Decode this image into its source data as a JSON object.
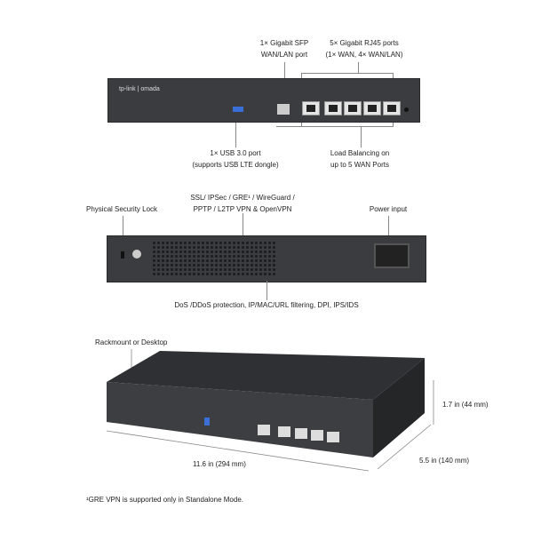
{
  "front": {
    "sfp_label": [
      "1× Gigabit SFP",
      "WAN/LAN port"
    ],
    "rj45_label": [
      "5× Gigabit RJ45 ports",
      "(1× WAN, 4× WAN/LAN)"
    ],
    "usb_label": [
      "1× USB 3.0 port",
      "(supports USB LTE dongle)"
    ],
    "lb_label": [
      "Load Balancing on",
      "up to 5 WAN Ports"
    ],
    "logo": "tp-link | omada"
  },
  "rear": {
    "lock_label": "Physical Security Lock",
    "vpn_label": [
      "SSL/ IPSec / GRE¹ / WireGuard /",
      "PPTP / L2TP VPN & OpenVPN"
    ],
    "power_label": "Power input",
    "security_label": "DoS /DDoS protection, IP/MAC/URL filtering, DPI, IPS/IDS"
  },
  "dimensions": {
    "form_label": "Rackmount or Desktop",
    "height": "1.7 in (44 mm)",
    "width": "11.6 in (294 mm)",
    "depth": "5.5 in (140 mm)"
  },
  "footnote": "¹GRE VPN is supported only in Standalone Mode."
}
